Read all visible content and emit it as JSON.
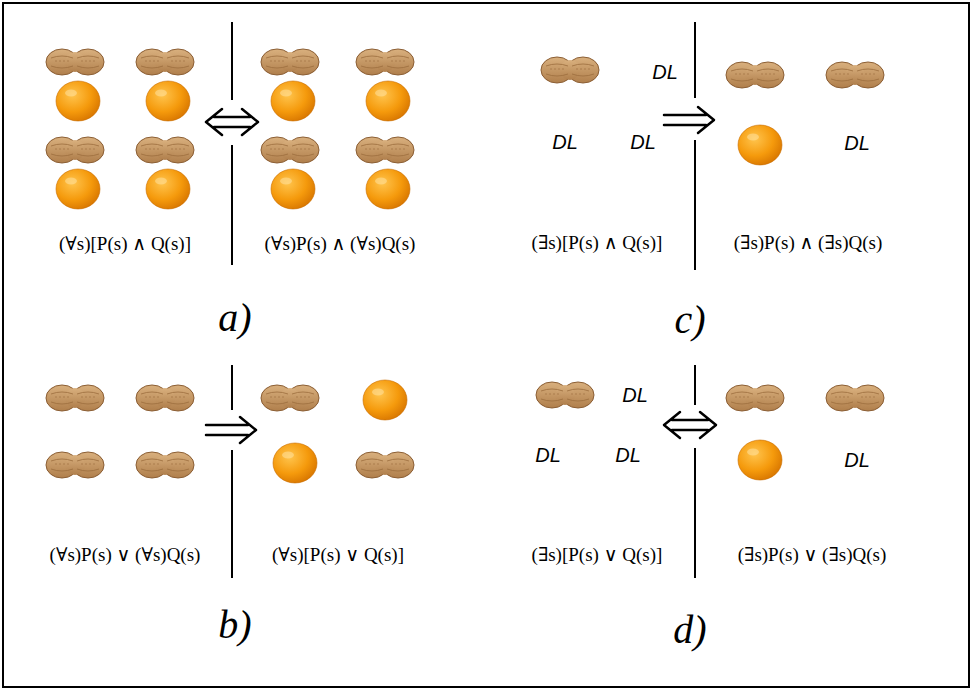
{
  "diagram": {
    "labels": [
      "(∀s)[P(s) ∧ Q(s)]",
      "(∀s)P(s) ∧ (∀s)Q(s)",
      "a)",
      "DL",
      "DL",
      "DL",
      "DL",
      "(∃s)[P(s) ∧ Q(s)]",
      "(∃s)P(s) ∧ (∃s)Q(s)",
      "c)",
      "(∀s)P(s) ∨ (∀s)Q(s)",
      "(∀s)[P(s) ∨ Q(s)]",
      "b)",
      "DL",
      "DL",
      "DL",
      "DL",
      "(∃s)[P(s) ∨ Q(s)]",
      "(∃s)P(s) ∨ (∃s)Q(s)",
      "d)"
    ]
  }
}
